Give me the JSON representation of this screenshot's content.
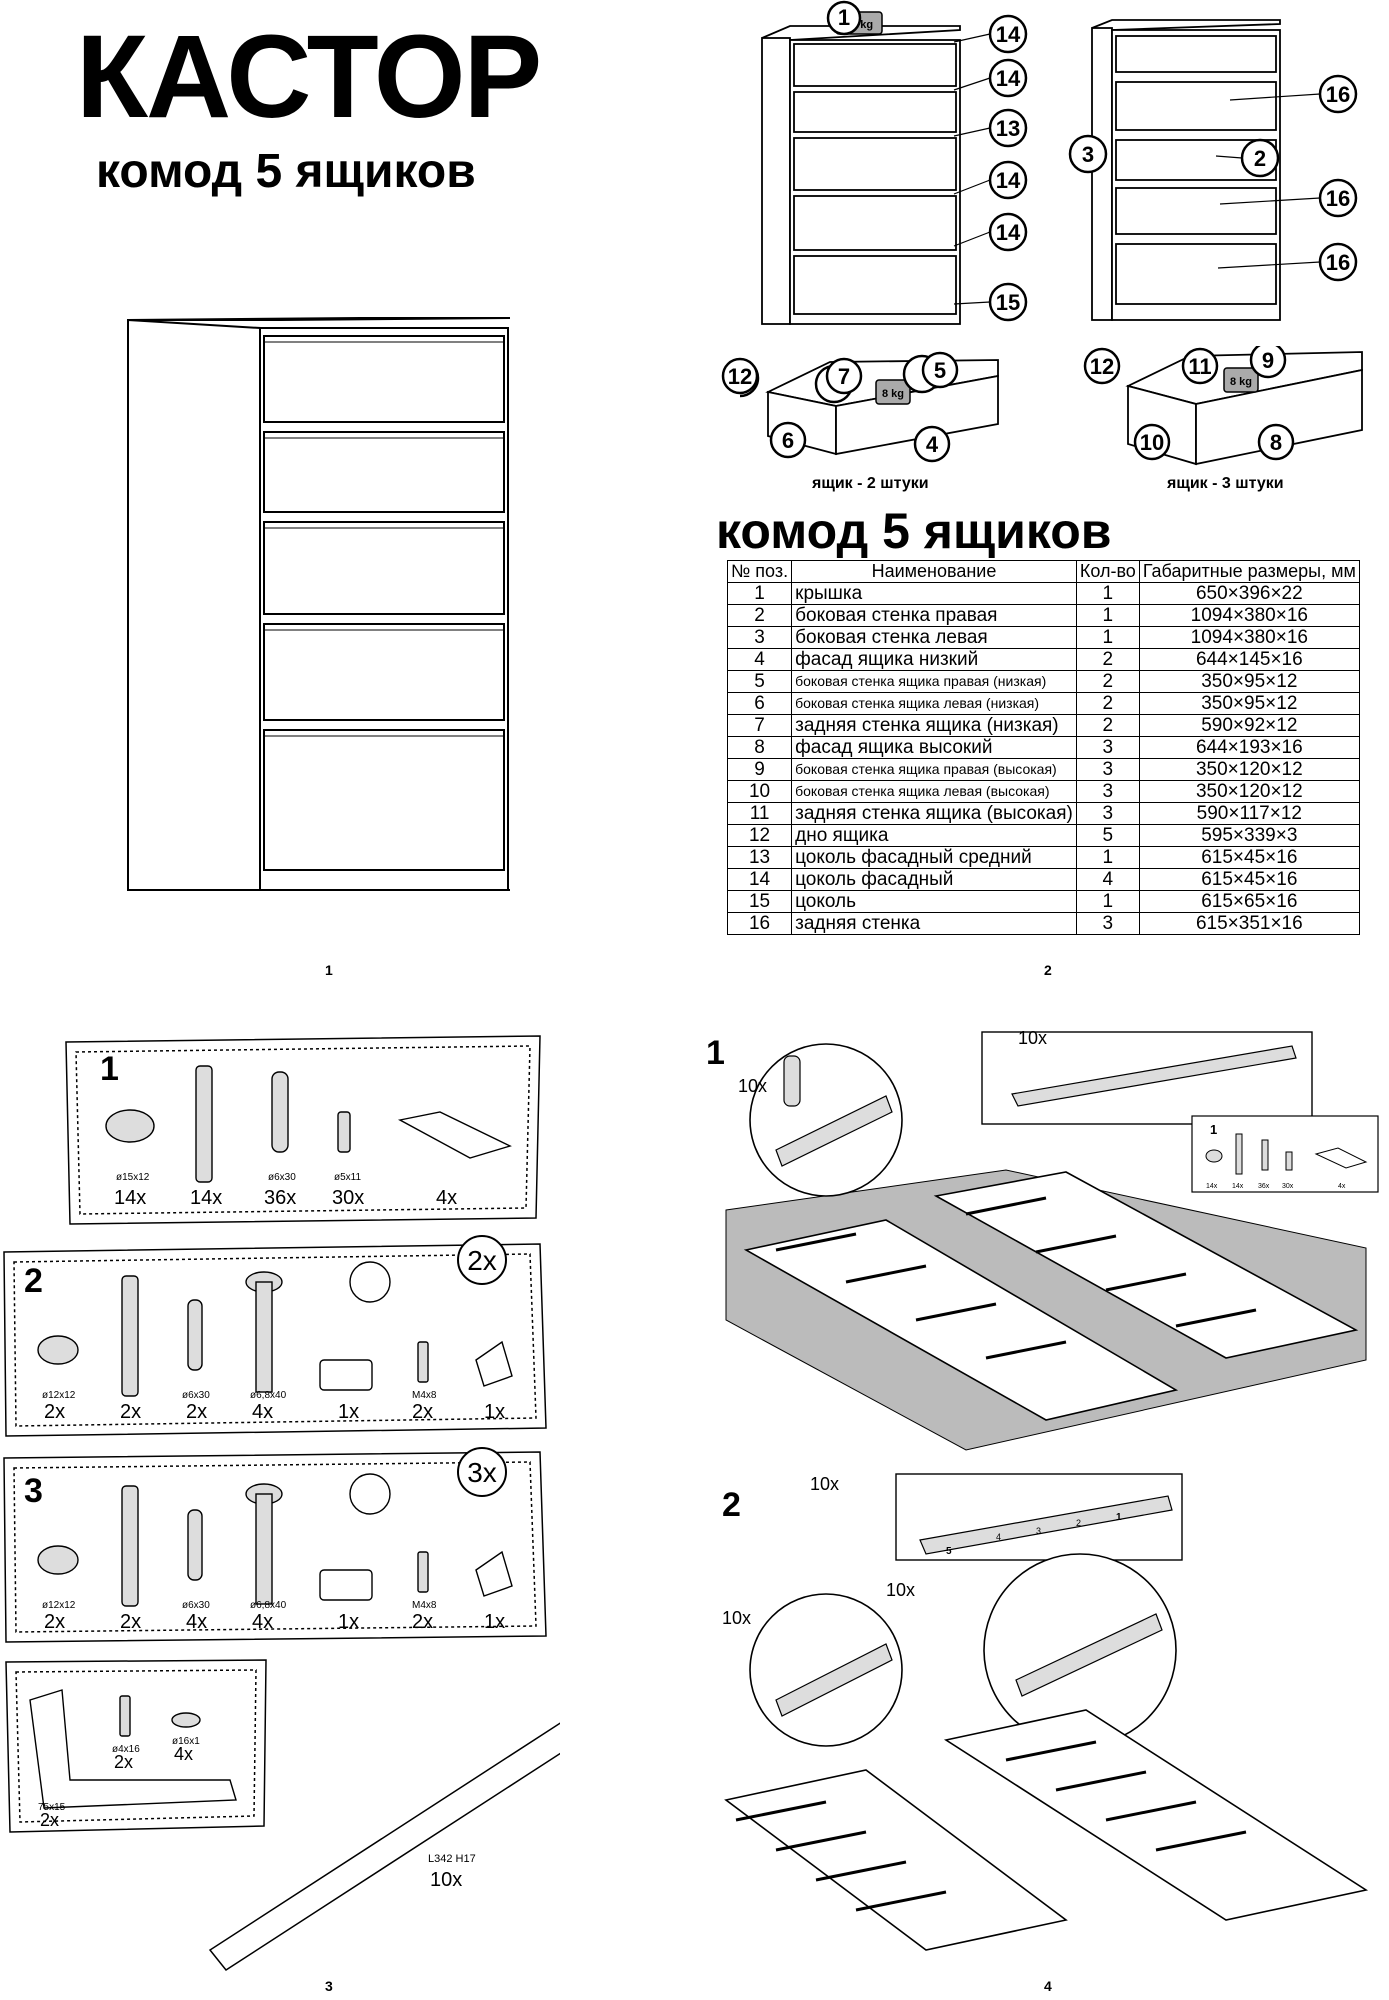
{
  "header": {
    "title": "КАСТОР",
    "subtitle": "комод 5 ящиков"
  },
  "spec": {
    "title": "комод 5 ящиков",
    "columns": [
      "№ поз.",
      "Наименование",
      "Кол-во",
      "Габаритные размеры, мм"
    ],
    "rows": [
      [
        "1",
        "крышка",
        "1",
        "650×396×22"
      ],
      [
        "2",
        "боковая стенка правая",
        "1",
        "1094×380×16"
      ],
      [
        "3",
        "боковая стенка левая",
        "1",
        "1094×380×16"
      ],
      [
        "4",
        "фасад ящика низкий",
        "2",
        "644×145×16"
      ],
      [
        "5",
        "боковая стенка ящика правая (низкая)",
        "2",
        "350×95×12"
      ],
      [
        "6",
        "боковая стенка ящика левая (низкая)",
        "2",
        "350×95×12"
      ],
      [
        "7",
        "задняя стенка ящика (низкая)",
        "2",
        "590×92×12"
      ],
      [
        "8",
        "фасад ящика высокий",
        "3",
        "644×193×16"
      ],
      [
        "9",
        "боковая стенка ящика правая (высокая)",
        "3",
        "350×120×12"
      ],
      [
        "10",
        "боковая стенка ящика левая (высокая)",
        "3",
        "350×120×12"
      ],
      [
        "11",
        "задняя стенка ящика (высокая)",
        "3",
        "590×117×12"
      ],
      [
        "12",
        "дно ящика",
        "5",
        "595×339×3"
      ],
      [
        "13",
        "цоколь фасадный средний",
        "1",
        "615×45×16"
      ],
      [
        "14",
        "цоколь фасадный",
        "4",
        "615×45×16"
      ],
      [
        "15",
        "цоколь",
        "1",
        "615×65×16"
      ],
      [
        "16",
        "задняя стенка",
        "3",
        "615×351×16"
      ]
    ]
  },
  "diagram": {
    "front_callouts": [
      "1",
      "14",
      "14",
      "13",
      "14",
      "14",
      "15"
    ],
    "back_callouts": [
      "3",
      "2",
      "16",
      "16",
      "16"
    ],
    "weight_top": "15 kg",
    "weight_drawer": "8 kg",
    "drawer_low_callouts": [
      "12",
      "7",
      "5",
      "6",
      "4"
    ],
    "drawer_high_callouts": [
      "12",
      "11",
      "9",
      "10",
      "8"
    ],
    "drawer_low_caption": "ящик - 2 штуки",
    "drawer_high_caption": "ящик - 3 штуки"
  },
  "hardware": {
    "box1": {
      "number": "1",
      "items": [
        {
          "size": "ø15x12",
          "qty": "14x"
        },
        {
          "size": "",
          "qty": "14x"
        },
        {
          "size": "ø6x30",
          "qty": "36x"
        },
        {
          "size": "ø5x11",
          "qty": "30x"
        },
        {
          "size": "",
          "qty": "4x"
        }
      ]
    },
    "box2": {
      "number": "2",
      "mult": "2x",
      "items": [
        {
          "size": "ø12x12",
          "qty": "2x"
        },
        {
          "size": "",
          "qty": "2x"
        },
        {
          "size": "ø6x30",
          "qty": "2x"
        },
        {
          "size": "ø6,8x40",
          "qty": "4x"
        },
        {
          "size": "",
          "qty": "1x"
        },
        {
          "size": "M4x8",
          "qty": "2x"
        },
        {
          "size": "",
          "qty": "1x"
        }
      ]
    },
    "box3": {
      "number": "3",
      "mult": "3x",
      "items": [
        {
          "size": "ø12x12",
          "qty": "2x"
        },
        {
          "size": "",
          "qty": "2x"
        },
        {
          "size": "ø6x30",
          "qty": "4x"
        },
        {
          "size": "ø6,8x40",
          "qty": "4x"
        },
        {
          "size": "",
          "qty": "1x"
        },
        {
          "size": "M4x8",
          "qty": "2x"
        },
        {
          "size": "",
          "qty": "1x"
        }
      ]
    },
    "box4": {
      "items": [
        {
          "size": "ø4x16",
          "qty": "2x"
        },
        {
          "size": "ø16x1",
          "qty": "4x"
        },
        {
          "size": "75x15",
          "qty": "2x"
        }
      ]
    },
    "rail": {
      "size": "L342 H17",
      "qty": "10x"
    }
  },
  "steps": {
    "step1": {
      "number": "1",
      "qty_a": "10x",
      "qty_b": "10x"
    },
    "step2": {
      "number": "2",
      "qty_a": "10x",
      "qty_b": "10x",
      "qty_c": "10x"
    },
    "rail_marks": [
      "5",
      "4",
      "3",
      "2",
      "1"
    ],
    "mini_box": {
      "number": "1",
      "qtys": [
        "14x",
        "14x",
        "36x",
        "30x",
        "4x"
      ]
    }
  },
  "page_numbers": [
    "1",
    "2",
    "3",
    "4"
  ]
}
